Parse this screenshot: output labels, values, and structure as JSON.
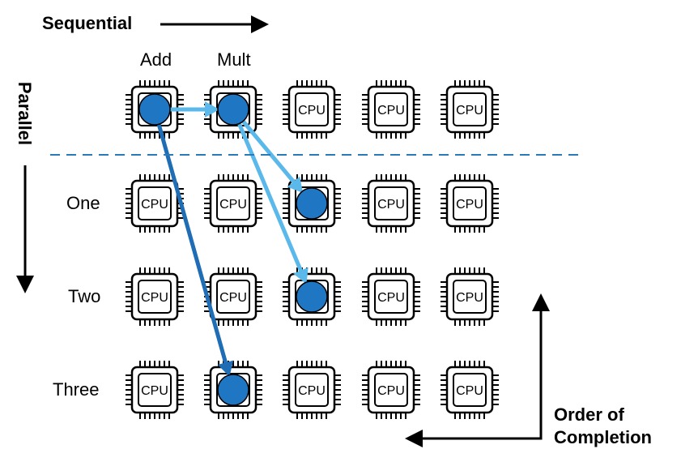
{
  "labels": {
    "sequential": "Sequential",
    "parallel": "Parallel",
    "add": "Add",
    "mult": "Mult",
    "row_one": "One",
    "row_two": "Two",
    "row_three": "Three",
    "order_line1": "Order of",
    "order_line2": "Completion"
  },
  "chip": {
    "text": "CPU",
    "rows": 4,
    "cols": 5
  },
  "tasks": [
    {
      "row": 0,
      "col": 0,
      "name": "Add"
    },
    {
      "row": 0,
      "col": 1,
      "name": "Mult"
    },
    {
      "row": 1,
      "col": 2
    },
    {
      "row": 2,
      "col": 2
    },
    {
      "row": 3,
      "col": 1
    }
  ],
  "arrows": [
    {
      "from": [
        0,
        0
      ],
      "to": [
        0,
        1
      ],
      "style": "light"
    },
    {
      "from": [
        0,
        1
      ],
      "to": [
        1,
        2
      ],
      "style": "light"
    },
    {
      "from": [
        0,
        1
      ],
      "to": [
        2,
        2
      ],
      "style": "light"
    },
    {
      "from": [
        0,
        0
      ],
      "to": [
        3,
        1
      ],
      "style": "dark"
    }
  ],
  "colors": {
    "task_fill": "#1f77c4",
    "light_arrow": "#5ab8ea",
    "dark_arrow": "#1f6eb5",
    "divider": "#2a7ab8",
    "chip_stroke": "#000000"
  }
}
